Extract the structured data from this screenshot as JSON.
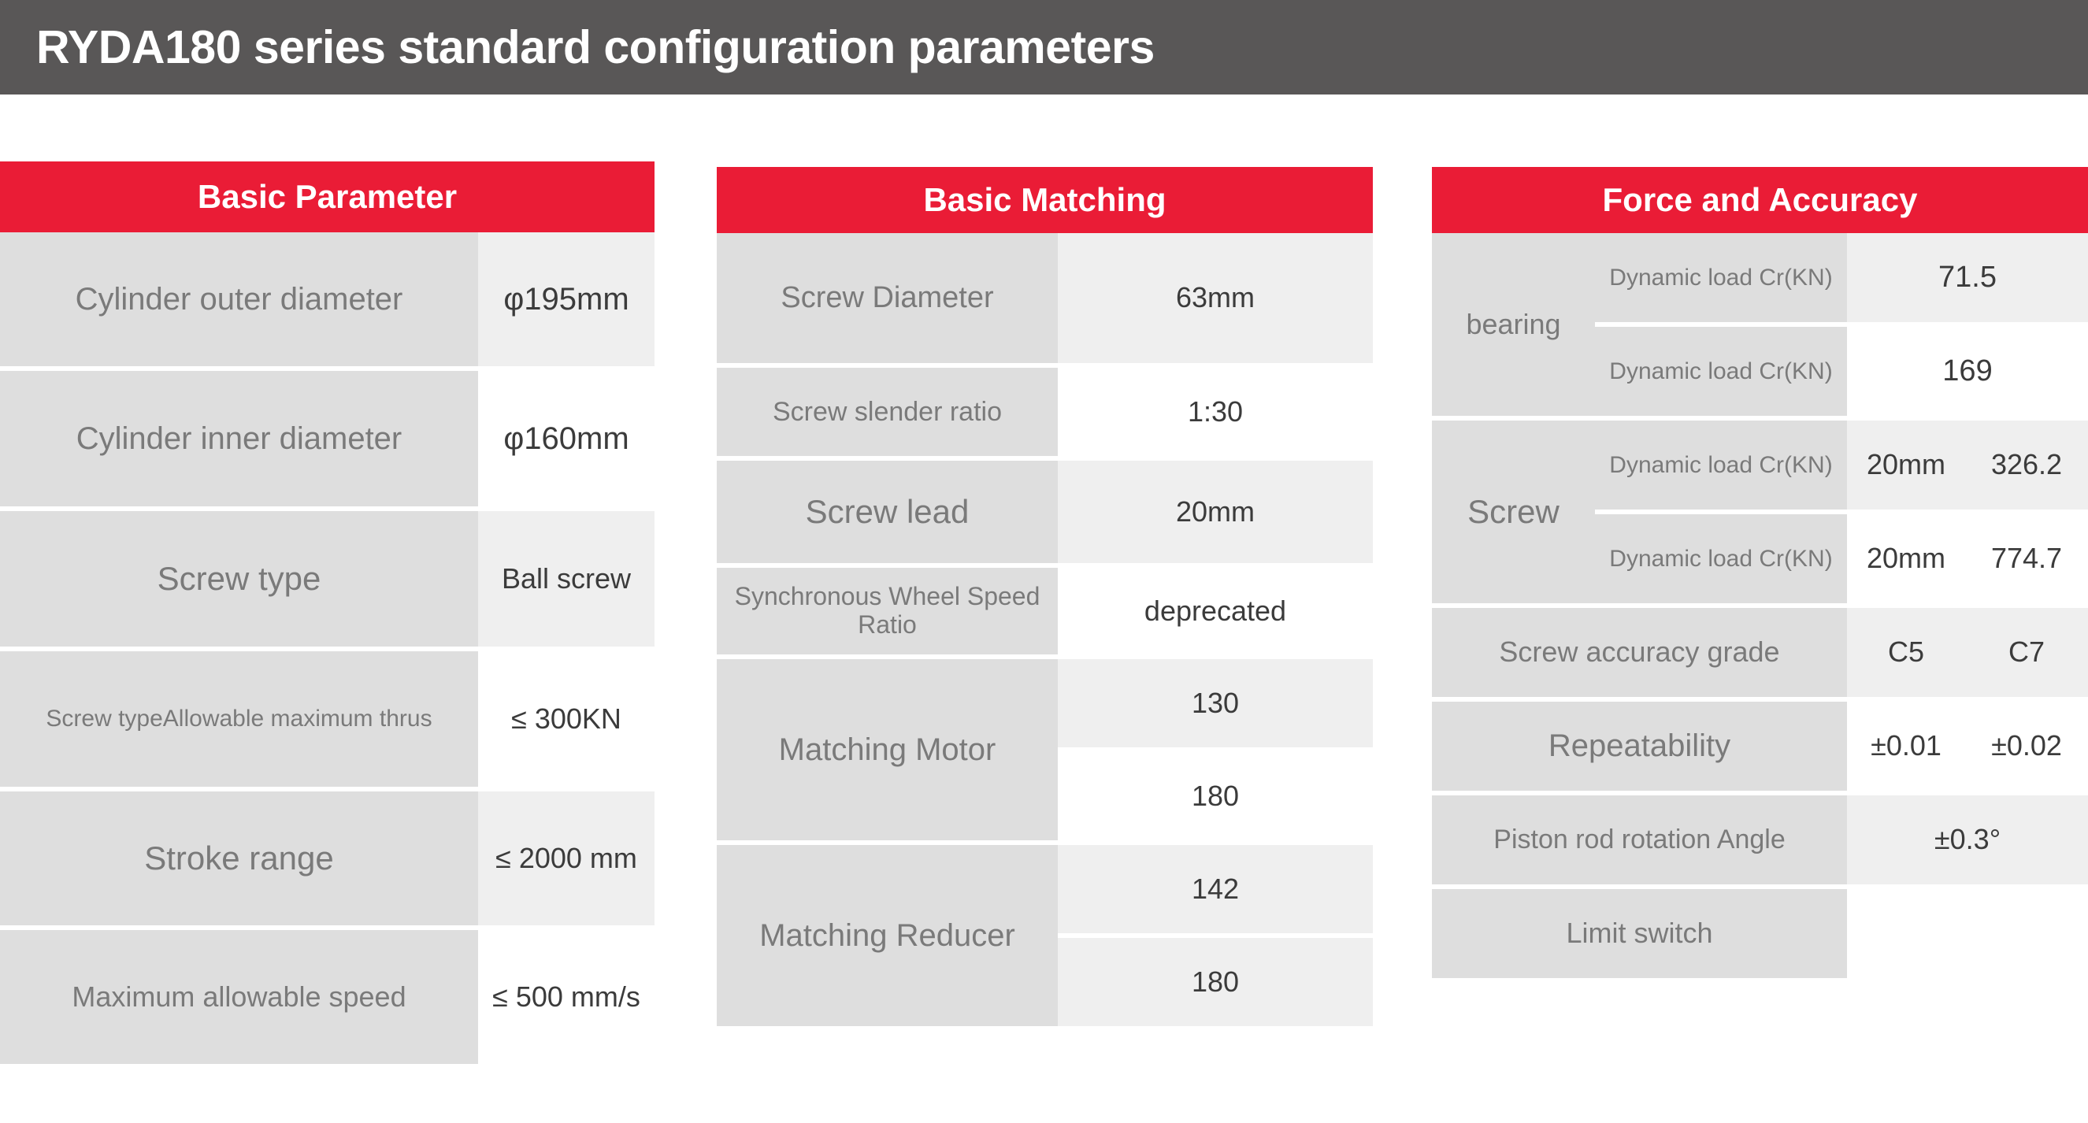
{
  "header": {
    "model": "RYDA180",
    "rest": "series standard configuration parameters",
    "full_title": "RYDA180  series standard configuration parameters",
    "bg_color": "#595757",
    "text_color": "#ffffff"
  },
  "colors": {
    "accent_red": "#EA1C36",
    "label_gray": "#DEDEDE",
    "value_gray": "#EFEFEF",
    "value_white": "#FFFFFF",
    "label_text": "#7a7a7a",
    "value_text": "#3b3b3b"
  },
  "tables": [
    {
      "id": "basic-parameter",
      "title": "Basic Parameter",
      "rows": [
        {
          "label": "Cylinder outer diameter",
          "value": "φ195mm"
        },
        {
          "label": "Cylinder inner diameter",
          "value": "φ160mm"
        },
        {
          "label": "Screw type",
          "value": "Ball screw"
        },
        {
          "label": "Screw typeAllowable maximum thrus",
          "value": "≤ 300KN"
        },
        {
          "label": "Stroke range",
          "value": "≤ 2000 mm"
        },
        {
          "label": "Maximum allowable speed",
          "value": "≤ 500 mm/s"
        }
      ]
    },
    {
      "id": "basic-matching",
      "title": "Basic Matching",
      "rows": [
        {
          "label": "Screw Diameter",
          "values": [
            "63mm"
          ]
        },
        {
          "label": "Screw slender ratio",
          "values": [
            "1:30"
          ]
        },
        {
          "label": "Screw lead",
          "values": [
            "20mm"
          ]
        },
        {
          "label": "Synchronous Wheel Speed Ratio",
          "values": [
            "deprecated"
          ]
        },
        {
          "label": "Matching Motor",
          "values": [
            "130",
            "180"
          ]
        },
        {
          "label": "Matching Reducer",
          "values": [
            "142",
            "180"
          ]
        }
      ]
    },
    {
      "id": "force-and-accuracy",
      "title": "Force and Accuracy",
      "groups": [
        {
          "name": "bearing",
          "rows": [
            {
              "label": "Dynamic load Cr(KN)",
              "value_full": "71.5"
            },
            {
              "label": "Dynamic load Cr(KN)",
              "value_full": "169"
            }
          ]
        },
        {
          "name": "Screw",
          "rows": [
            {
              "label": "Dynamic load Cr(KN)",
              "v1": "20mm",
              "v2": "326.2"
            },
            {
              "label": "Dynamic load Cr(KN)",
              "v1": "20mm",
              "v2": "774.7"
            }
          ]
        }
      ],
      "wide_rows": [
        {
          "label": "Screw accuracy grade",
          "v1": "C5",
          "v2": "C7"
        },
        {
          "label": "Repeatability",
          "v1": "±0.01",
          "v2": "±0.02"
        },
        {
          "label": "Piston rod rotation Angle",
          "value_full": "±0.3°"
        },
        {
          "label": "Limit switch",
          "value_full": ""
        }
      ]
    }
  ]
}
